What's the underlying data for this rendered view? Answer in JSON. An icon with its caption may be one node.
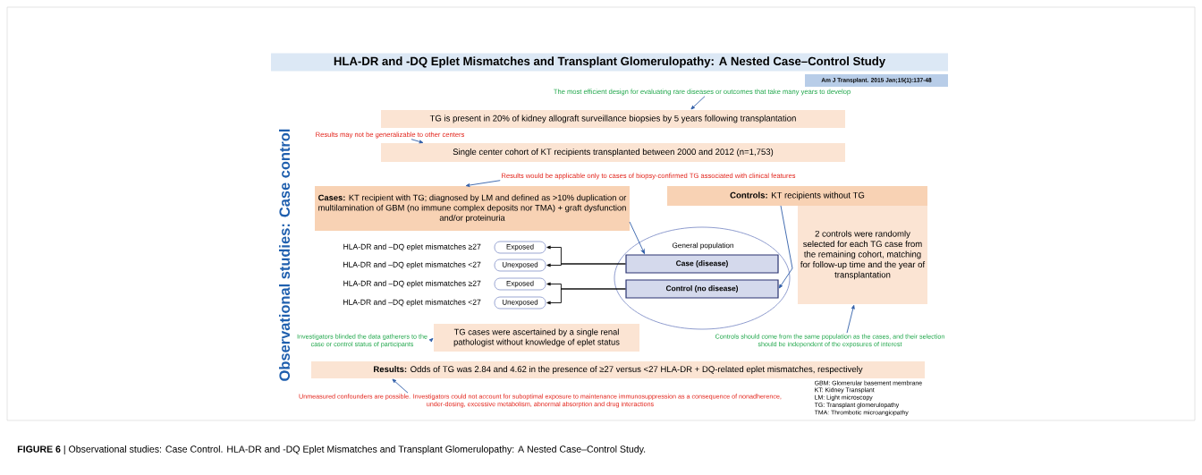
{
  "diagram": {
    "title": "HLA-DR and -DQ Eplet Mismatches and Transplant Glomerulopathy: A Nested Case–Control Study",
    "caption": "**FIGURE 6** | Observational studies: Case Control. HLA-DR and -DQ Eplet Mismatches and Transplant Glomerulopathy: A Nested Case–Control Study.",
    "nodes": [
      {
        "text": [
          "Am J Transplant. 2015 Jan;15(1):137-48"
        ]
      },
      {
        "text": [
          "The most efficient design for evaluating rare diseases or outcomes that take many years to develop"
        ]
      },
      {
        "text": [
          "TG is present in 20% of kidney allograft surveillance biopsies by 5 years following transplantation"
        ]
      },
      {
        "text": [
          "Results may not be generalizable to other centers"
        ]
      },
      {
        "text": [
          "Single center cohort of KT recipients transplanted between 2000 and 2012 (n=1,753)"
        ]
      },
      {
        "text": [
          "Results would be applicable only to cases of biopsy-confirmed TG associated with clinical features"
        ]
      },
      {
        "text": [
          "**Cases:** KT recipient with TG; diagnosed by LM and defined as >10% duplication or multilamination of GBM (no immune complex deposits nor TMA) + graft dysfunction and/or proteinuria"
        ]
      },
      {
        "text": [
          "**Controls:** KT recipients without TG"
        ]
      },
      {
        "text": [
          "2 controls were randomly selected for each TG case from the remaining cohort, matching for follow-up time and the year of transplantation"
        ]
      },
      {
        "text": [
          "General population"
        ]
      },
      {
        "text": [
          "Case (disease)"
        ],
        "in": 9
      },
      {
        "text": [
          "Control (no disease)"
        ],
        "in": 9
      },
      {
        "text": [
          "Exposed"
        ],
        "beside": [
          "HLA-DR and –DQ eplet mismatches ≥27"
        ]
      },
      {
        "text": [
          "Unexposed"
        ],
        "beside": [
          "HLA-DR and –DQ eplet mismatches <27"
        ]
      },
      {
        "text": [
          "Exposed"
        ],
        "beside": [
          "HLA-DR and –DQ eplet mismatches ≥27"
        ]
      },
      {
        "text": [
          "Unexposed"
        ],
        "beside": [
          "HLA-DR and –DQ eplet mismatches <27"
        ]
      },
      {
        "text": [
          "Investigators blinded the data gatherers to the case or control status of participants"
        ]
      },
      {
        "text": [
          "TG cases were ascertained by a single renal pathologist without knowledge of eplet status"
        ]
      },
      {
        "text": [
          "Controls should come from the same population as the cases, and their selection should be independent of the exposures of interest"
        ]
      },
      {
        "text": [
          "**Results:** Odds of TG was 2.84 and 4.62 in the presence of ≥27 versus <27 HLA-DR + DQ-related eplet mismatches, respectively"
        ]
      },
      {
        "text": [
          "Unmeasured confounders are possible. Investigators could not account for suboptimal exposure to maintenance immunosuppression as a consequence of nonadherence, under-dosing, excessive metabolism, abnormal absorption and drug interactions"
        ]
      }
    ],
    "edges": [
      {
        "from": 1,
        "to": 2,
        "arrow": "to"
      },
      {
        "from": 3,
        "to": 4,
        "arrow": "to"
      },
      {
        "from": 5,
        "to": 6,
        "arrow": "to"
      },
      {
        "from": 6,
        "to": 10,
        "arrow": "to"
      },
      {
        "from": 7,
        "to": 11,
        "arrow": "to"
      },
      {
        "from": 10,
        "to": 12,
        "arrow": "to",
        "color": "#000000"
      },
      {
        "from": 10,
        "to": 13,
        "arrow": "to",
        "color": "#000000"
      },
      {
        "from": 11,
        "to": 14,
        "arrow": "to",
        "color": "#000000"
      },
      {
        "from": 11,
        "to": 15,
        "arrow": "to",
        "color": "#000000"
      },
      {
        "from": 16,
        "to": 17,
        "arrow": "to"
      },
      {
        "from": 18,
        "to": 8,
        "arrow": "to"
      },
      {
        "from": 20,
        "to": 19,
        "arrow": "to"
      }
    ],
    "labels": [
      "Observational studies: Case control",
      "GBM: Glomerular basement membrane",
      "KT: Kidney Transplant",
      "LM: Light microscopy",
      "TG: Transplant glomerulopathy",
      "TMA: Thrombotic microangiopathy"
    ]
  }
}
